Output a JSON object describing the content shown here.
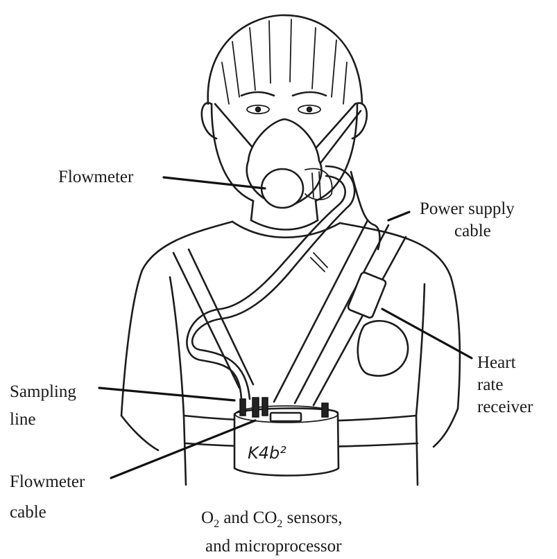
{
  "labels": {
    "flowmeter": "Flowmeter",
    "power_1": "Power supply",
    "power_2": "cable",
    "heart_1": "Heart",
    "heart_2": "rate",
    "heart_3": "receiver",
    "sampling_1": "Sampling",
    "sampling_2": "line",
    "flowcable_1": "Flowmeter",
    "flowcable_2": "cable",
    "sensors_1_a": "O",
    "sensors_1_sub1": "2",
    "sensors_1_b": " and CO",
    "sensors_1_sub2": "2",
    "sensors_1_c": " sensors,",
    "sensors_2": "and microprocessor"
  },
  "device_text": "K4b²"
}
